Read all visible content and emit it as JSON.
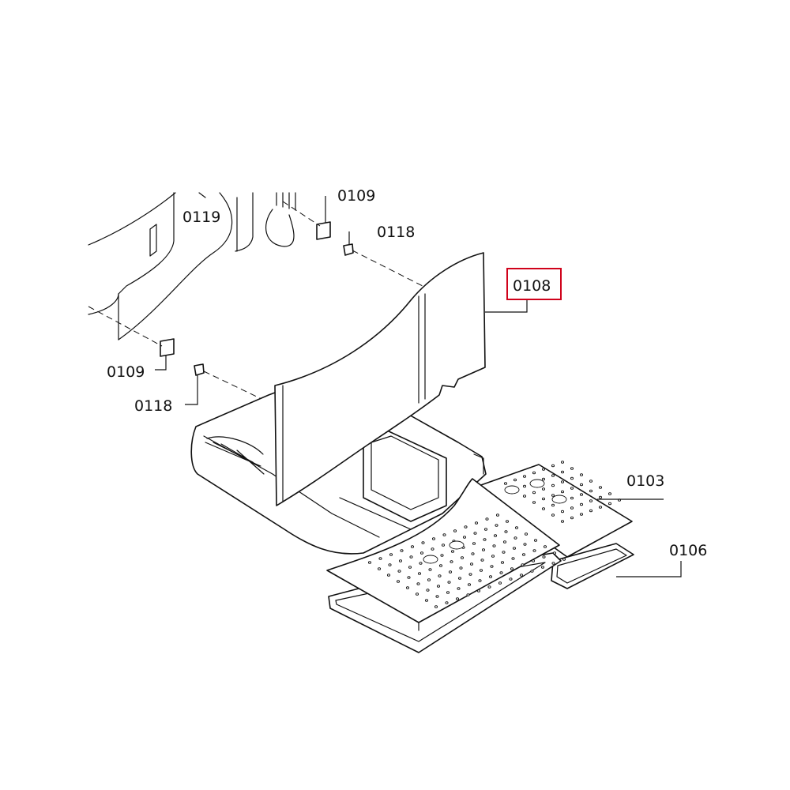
{
  "diagram": {
    "labels": {
      "top_left_part": "0119",
      "top_pad": "0109",
      "top_pin": "0118",
      "side_panel": "0108",
      "left_pad": "0109",
      "left_pin": "0118",
      "small_grate": "0103",
      "small_tray": "0106"
    },
    "highlighted_label": "0108",
    "highlight_color": "#d0021b",
    "line_color": "#111111"
  }
}
